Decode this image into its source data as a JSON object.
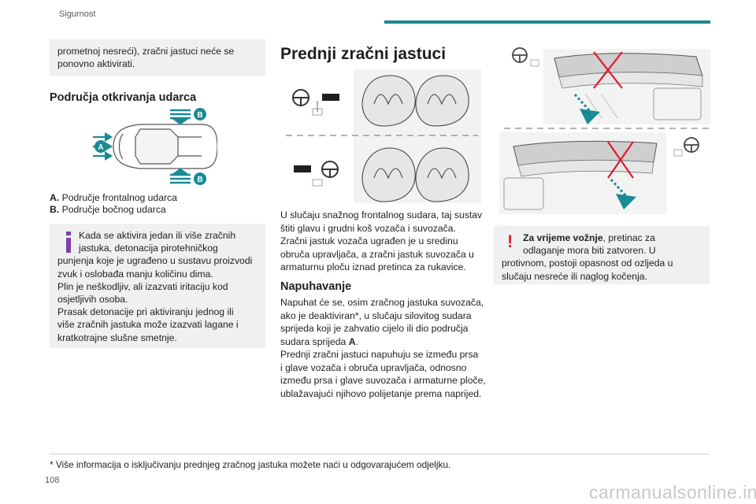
{
  "header": {
    "section": "Sigurnost"
  },
  "page_number": "108",
  "watermark": "carmanualsonline.info",
  "left_column": {
    "intro_box": "prometnoj nesreći), zračni jastuci neće se ponovno aktivirati.",
    "zones_heading": "Područja otkrivanja udarca",
    "diagram_labels": {
      "a": "A",
      "b_top": "B",
      "b_bottom": "B"
    },
    "legend": [
      {
        "key": "A.",
        "text": "Područje frontalnog udarca"
      },
      {
        "key": "B.",
        "text": "Područje bočnog udarca"
      }
    ],
    "info_box": {
      "icon": "info-icon",
      "lines": [
        "Kada se aktivira jedan ili više zračnih",
        "jastuka, detonacija pirotehničkog",
        "punjenja koje je ugrađeno u sustavu proizvodi",
        "zvuk i oslobađa manju količinu dima.",
        "Plin je neškodljiv, ali izazvati iritaciju kod",
        "osjetljivih osoba.",
        "Prasak detonacije pri aktiviranju jednog ili",
        "više zračnih jastuka može izazvati lagane i",
        "kratkotrajne slušne smetnje."
      ]
    }
  },
  "middle_column": {
    "title": "Prednji zračni jastuci",
    "para1_lines": [
      "U slučaju snažnog frontalnog sudara, taj sustav",
      "štiti glavu i grudni koš vozača i suvozača.",
      "Zračni jastuk vozača ugrađen je u sredinu",
      "obruča upravljača, a zračni jastuk suvozača u",
      "armaturnu ploču iznad pretinca za rukavice."
    ],
    "subheading": "Napuhavanje",
    "para2": {
      "line1": "Napuhat će se, osim zračnog jastuka suvozača,",
      "line2": "ako je deaktiviran*, u slučaju silovitog sudara",
      "line3": "sprijeda koji je zahvatio cijelo ili dio područja",
      "line4_prefix": "sudara sprijeda ",
      "line4_bold": "A",
      "line4_suffix": ".",
      "line5": "Prednji zračni jastuci napuhuju se između prsa",
      "line6": "i glave vozača i obruča upravljača, odnosno",
      "line7": "između prsa i glave suvozača i armaturne ploče,",
      "line8": "ublažavajući njihovo polijetanje prema naprijed."
    }
  },
  "right_column": {
    "warning_box": {
      "icon": "exclamation-icon",
      "bold": "Za vrijeme vožnje",
      "rest_line1": ", pretinac za",
      "line2": "odlaganje mora biti zatvoren. U",
      "line3": "protivnom, postoji opasnost od ozljeda u",
      "line4": "slučaju nesreće ili naglog kočenja."
    }
  },
  "footnote": "* Više informacija o isključivanju prednjeg zračnog jastuka možete naći u odgovarajućem odjeljku.",
  "colors": {
    "accent": "#1a8a93",
    "warning": "#d61f3b",
    "info": "#7d3fa6",
    "box_bg": "#eef0f1"
  }
}
